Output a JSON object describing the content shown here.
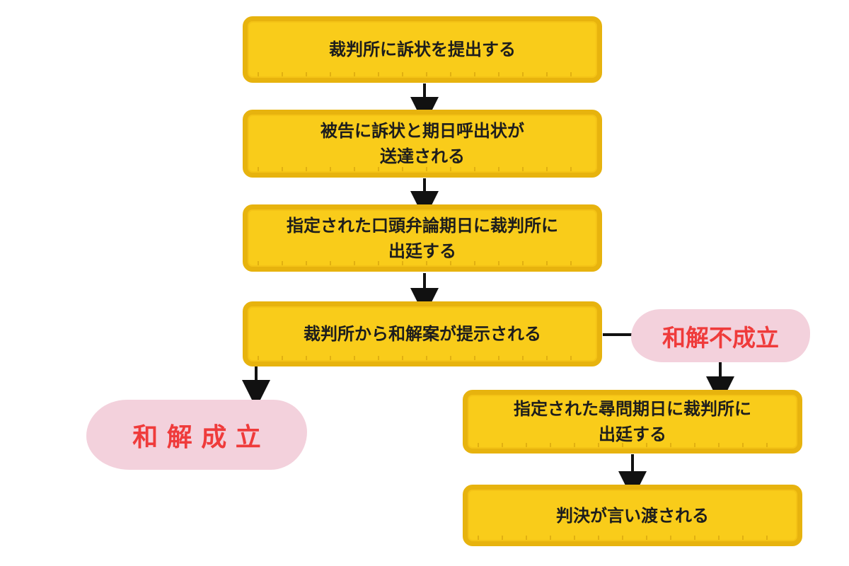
{
  "steps": {
    "s1": "裁判所に訴状を提出する",
    "s2": "被告に訴状と期日呼出状が\n送達される",
    "s3": "指定された口頭弁論期日に裁判所に\n出廷する",
    "s4": "裁判所から和解案が提示される",
    "s5": "指定された尋問期日に裁判所に\n出廷する",
    "s6": "判決が言い渡される"
  },
  "outcomes": {
    "settlement": "和 解 成 立",
    "no_settlement": "和解不成立"
  },
  "colors": {
    "box_fill": "#F9CC1A",
    "box_border": "#E7B30E",
    "outcome_bg": "#F3D1DC",
    "outcome_text": "#EF3B3B",
    "arrow": "#111111"
  }
}
